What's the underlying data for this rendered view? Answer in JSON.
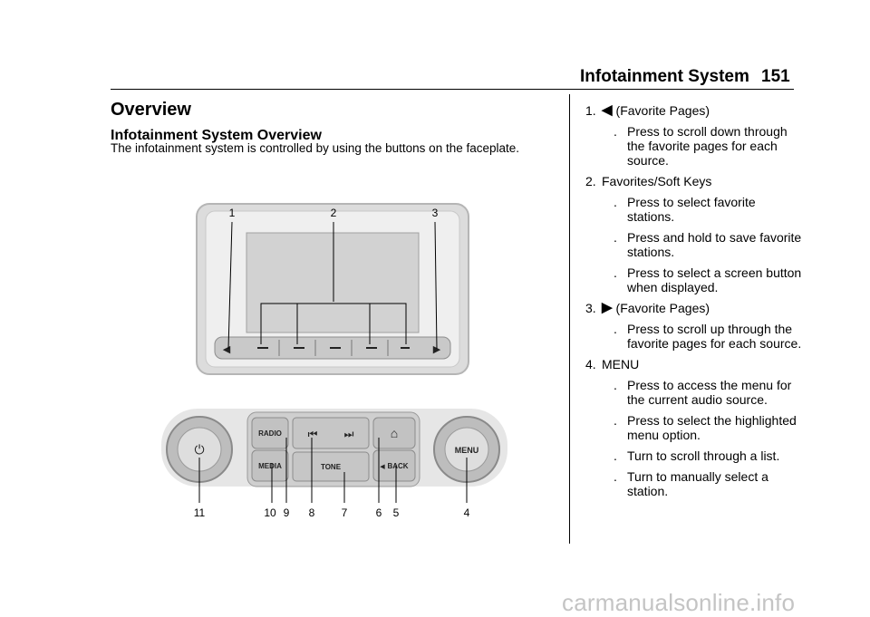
{
  "header": {
    "title": "Infotainment System",
    "page_number": "151"
  },
  "section": {
    "title": "Overview",
    "subtitle": "Infotainment System Overview",
    "intro": "The infotainment system is controlled by using the buttons on the faceplate."
  },
  "figure": {
    "callouts_top": [
      "1",
      "2",
      "3"
    ],
    "callouts_bottom": [
      "11",
      "10",
      "9",
      "8",
      "7",
      "6",
      "5",
      "4"
    ],
    "buttons": {
      "radio": "RADIO",
      "media": "MEDIA",
      "tone": "TONE",
      "back": "BACK",
      "menu": "MENU"
    }
  },
  "items": [
    {
      "num": "1.",
      "icon": "chevron-left-icon",
      "glyph": "◀",
      "label": "(Favorite Pages)",
      "bullets": [
        "Press to scroll down through the favorite pages for each source."
      ]
    },
    {
      "num": "2.",
      "icon": "",
      "glyph": "",
      "label": "Favorites/Soft Keys",
      "bullets": [
        "Press to select favorite stations.",
        "Press and hold to save favorite stations.",
        "Press to select a screen button when displayed."
      ]
    },
    {
      "num": "3.",
      "icon": "chevron-right-icon",
      "glyph": "▶",
      "label": "(Favorite Pages)",
      "bullets": [
        "Press to scroll up through the favorite pages for each source."
      ]
    },
    {
      "num": "4.",
      "icon": "",
      "glyph": "",
      "label": "MENU",
      "bullets": [
        "Press to access the menu for the current audio source.",
        "Press to select the highlighted menu option.",
        "Turn to scroll through a list.",
        "Turn to manually select a station."
      ]
    }
  ],
  "watermark": "carmanualsonline.info"
}
